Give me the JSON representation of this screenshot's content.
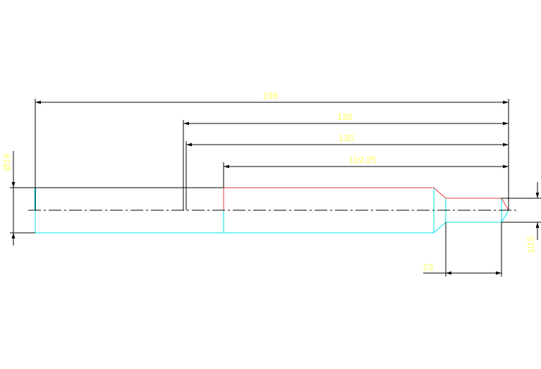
{
  "drawing": {
    "colors": {
      "background": "#ffffff",
      "dimension_line": "#000000",
      "dimension_text": "#ffff66",
      "outline_cyan": "#00e5e5",
      "outline_red": "#e53b3b",
      "outline_black": "#000000",
      "edge_teal": "#008080"
    },
    "dimensions": {
      "overall_length": "198",
      "length_136": "136",
      "length_135": "135",
      "length_119": "119.25",
      "diameter": "Ø19",
      "small_diameter": "10.5",
      "neck_length": "23"
    }
  }
}
